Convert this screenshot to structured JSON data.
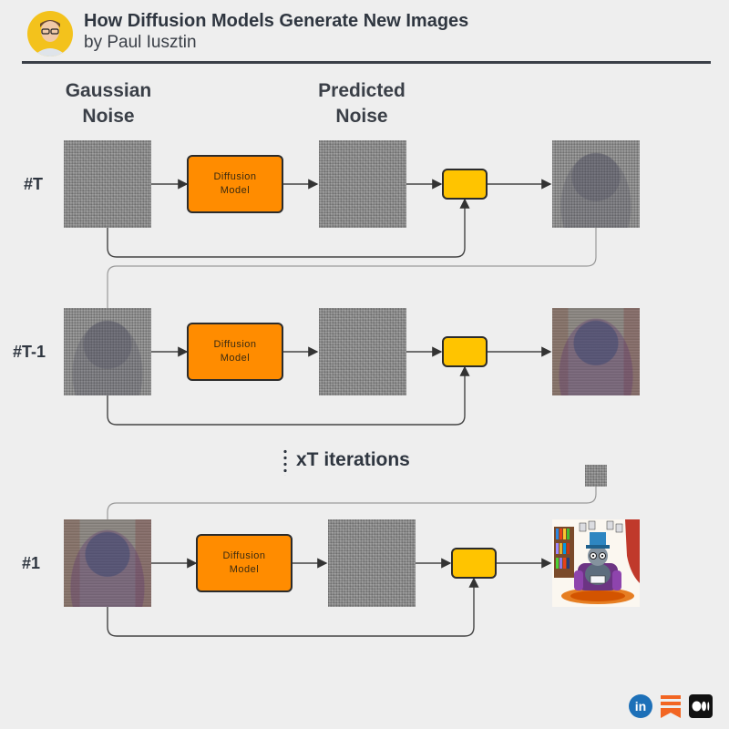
{
  "header": {
    "title": "How Diffusion Models Generate New Images",
    "author": "by Paul Iusztin"
  },
  "columns": {
    "gaussian_noise": "Gaussian\nNoise",
    "predicted_noise": "Predicted\nNoise"
  },
  "rows": [
    {
      "label": "#T",
      "model_label": "Diffusion Model"
    },
    {
      "label": "#T-1",
      "model_label": "Diffusion Model"
    },
    {
      "label": "#1",
      "model_label": "Diffusion Model"
    }
  ],
  "iterations_label": "xT iterations",
  "footer_icons": [
    "linkedin-icon",
    "substack-icon",
    "medium-icon"
  ],
  "colors": {
    "model_box": "#ff8c00",
    "combine_box": "#ffc400",
    "background": "#eeeeee",
    "linkedin": "#1d70b8",
    "substack": "#f26522"
  }
}
